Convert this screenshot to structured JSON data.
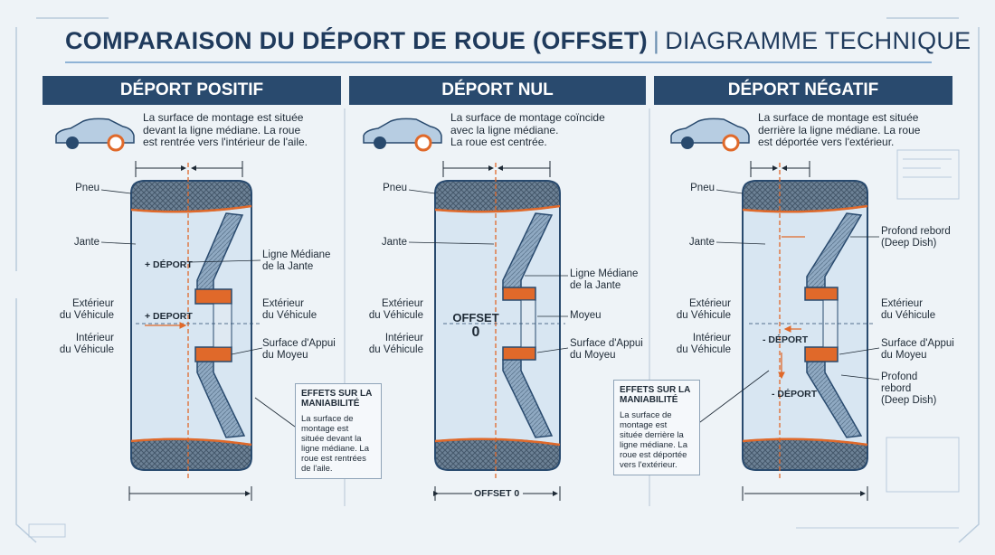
{
  "title": {
    "main": "COMPARAISON DU DÉPORT DE ROUE (OFFSET)",
    "separator": "|",
    "sub": "DIAGRAMME TECHNIQUE"
  },
  "panels": [
    {
      "heading": "DÉPORT POSITIF",
      "description": [
        "La surface de montage est située",
        "devant la ligne médiane. La roue",
        "est rentrée vers l'intérieur de l'aile."
      ],
      "labels": {
        "pneu": "Pneu",
        "jante": "Jante",
        "ext": [
          "Extérieur",
          "du Véhicule"
        ],
        "int": [
          "Intérieur",
          "du Véhicule"
        ],
        "ligne": [
          "Ligne Médiane",
          "de la Jante"
        ],
        "ext_right": [
          "Extérieur",
          "du Véhicule"
        ],
        "surface": [
          "Surface d'Appui",
          "du Moyeu"
        ]
      },
      "tags": [
        "+ DÉPORT",
        "+ DEPORT"
      ],
      "note": {
        "title": [
          "EFFETS SUR LA",
          "MANIABILITÉ"
        ],
        "body": [
          "La surface de",
          "montage est",
          "située devant la",
          "ligne médiane. La",
          "roue est rentrées",
          "de l'aile."
        ]
      }
    },
    {
      "heading": "DÉPORT NUL",
      "description": [
        "La surface de montage coïncide",
        "avec la ligne médiane.",
        "La roue est centrée."
      ],
      "labels": {
        "pneu": "Pneu",
        "jante": "Jante",
        "ext": [
          "Extérieur",
          "du Véhicule"
        ],
        "int": [
          "Intérieur",
          "du Véhicule"
        ],
        "ligne": [
          "Ligne Médiane",
          "de la Jante"
        ],
        "moyeu": "Moyeu",
        "surface": [
          "Surface d'Appui",
          "du Moyeu"
        ]
      },
      "center_tag": [
        "OFFSET",
        "0"
      ],
      "bottom_tag": "OFFSET 0"
    },
    {
      "heading": "DÉPORT NÉGATIF",
      "description": [
        "La surface de montage est située",
        "derrière la ligne médiane. La roue",
        "est déportée vers l'extérieur."
      ],
      "labels": {
        "pneu": "Pneu",
        "jante": "Jante",
        "ext": [
          "Extérieur",
          "du Véhicule"
        ],
        "int": [
          "Intérieur",
          "du Véhicule"
        ],
        "deep1": [
          "Profond rebord",
          "(Deep Dish)"
        ],
        "ext_right": [
          "Extérieur",
          "du Véhicule"
        ],
        "surface": [
          "Surface d'Appui",
          "du Moyeu"
        ],
        "deep2": [
          "Profond",
          "rebord",
          "(Deep Dish)"
        ]
      },
      "tags": [
        "- DÉPORT",
        "- DÉPORT"
      ],
      "note": {
        "title": [
          "EFFETS SUR LA",
          "MANIABILITÉ"
        ],
        "body": [
          "La surface de",
          "montage est",
          "située derrière la",
          "ligne médiane. La",
          "roue est déportée",
          "vers l'extérieur."
        ]
      }
    }
  ],
  "colors": {
    "header": "#294a6e",
    "accent_orange": "#e0692a",
    "rim": "#c9dcec",
    "tire": "#5b6f82"
  }
}
